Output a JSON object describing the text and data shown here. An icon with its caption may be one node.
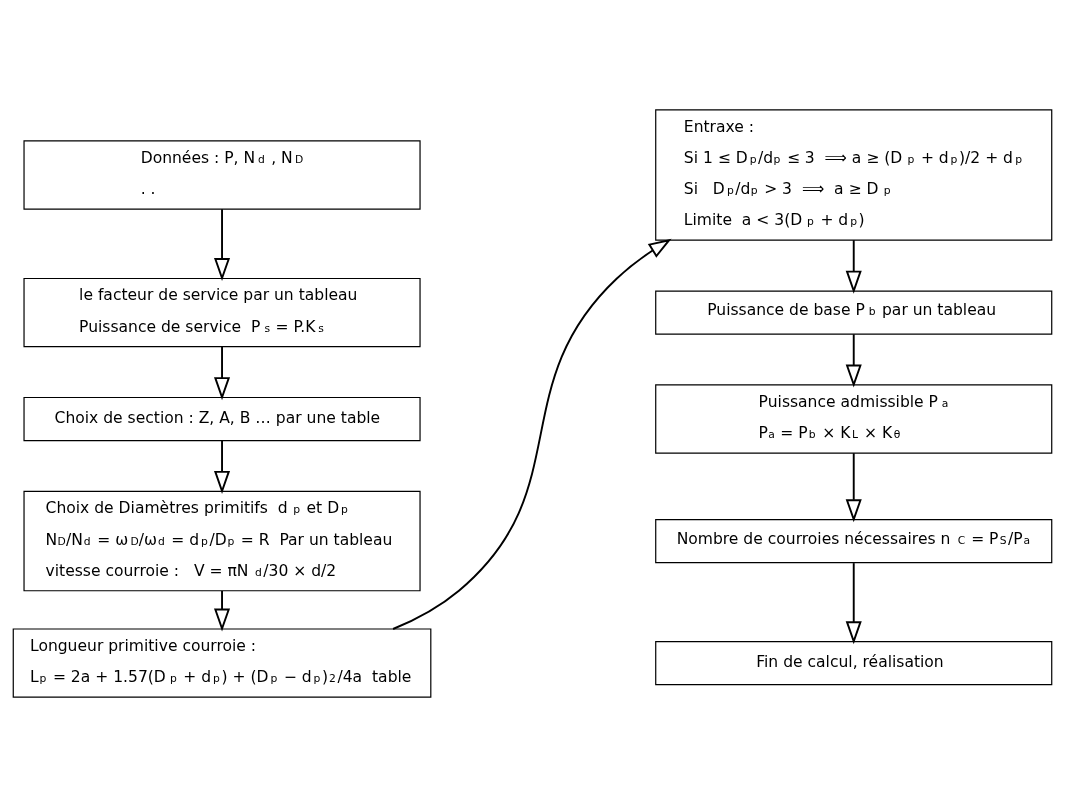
{
  "diagram": {
    "nodes": [
      {
        "text": [
          "Données : P, N$_{d}$ , N$_{D}$",
          ". ."
        ]
      },
      {
        "text": [
          "le facteur de service par un tableau",
          "Puissance de service  P$_{s}$ = P.K$_{s}$"
        ]
      },
      {
        "text": [
          "Choix de section : Z, A, B … par une table"
        ]
      },
      {
        "text": [
          "Choix de Diamètres primitifs  d$_{p}$ et D$_{p}$",
          "N$_{D}$/N$_{d}$ = ω$_{D}$/ω$_{d}$ = d$_{p}$/D$_{p}$ = R  Par un tableau",
          "vitesse courroie :   V = πN$_{d}$/30 × d/2"
        ]
      },
      {
        "text": [
          "Longueur primitive courroie :",
          "L$_{p}$ = 2a + 1.57(D$_{p}$ + d$_{p}$) + (D$_{p}$ − d$_{p}$)$^{2}$/4a  table"
        ]
      },
      {
        "text": [
          "Entraxe :",
          "Si 1 ≤ D$_{p}$/d$_{p}$ ≤ 3  ⟹ a ≥ (D$_{p}$ + d$_{p}$)/2 + d$_{p}$",
          "Si   D$_{p}$/d$_{p}$ > 3  ⟹  a ≥ D$_{p}$",
          "Limite  a < 3(D$_{p}$ + d$_{p}$)"
        ]
      },
      {
        "text": [
          "Puissance de base P$_{b}$ par un tableau"
        ]
      },
      {
        "text": [
          "Puissance admissible P$_{a}$",
          "P$_{a}$ = P$_{b}$ × K$_{L}$ × K$_{θ}$"
        ]
      },
      {
        "text": [
          "Nombre de courroies nécessaires n$_{C}$ = P$_{S}$/P$_{a}$"
        ]
      },
      {
        "text": [
          "Fin de calcul, réalisation"
        ]
      }
    ],
    "edges": [
      {
        "from": 0,
        "to": 1,
        "arrow": "to"
      },
      {
        "from": 1,
        "to": 2,
        "arrow": "to"
      },
      {
        "from": 2,
        "to": 3,
        "arrow": "to"
      },
      {
        "from": 3,
        "to": 4,
        "arrow": "to"
      },
      {
        "from": 4,
        "to": 5,
        "arrow": "to"
      },
      {
        "from": 5,
        "to": 6,
        "arrow": "to"
      },
      {
        "from": 6,
        "to": 7,
        "arrow": "to"
      },
      {
        "from": 7,
        "to": 8,
        "arrow": "to"
      },
      {
        "from": 8,
        "to": 9,
        "arrow": "to"
      }
    ]
  }
}
